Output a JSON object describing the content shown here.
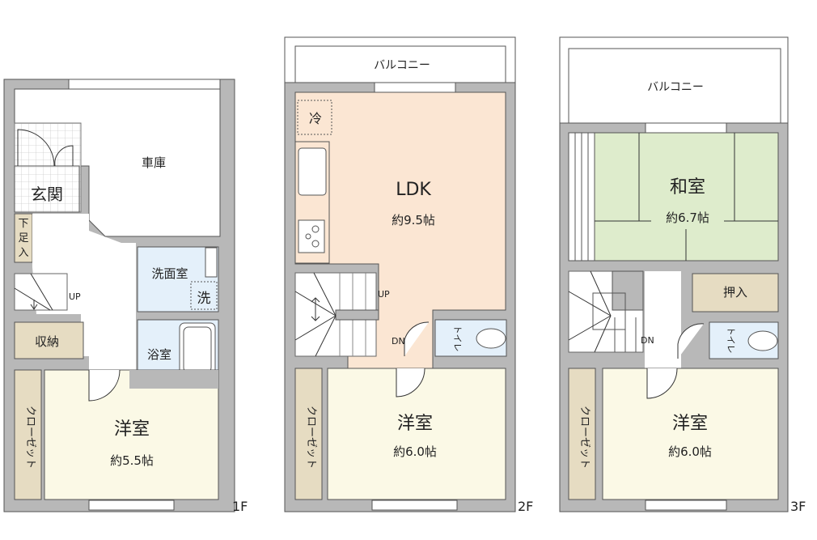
{
  "colors": {
    "wall": "#b8b8b8",
    "wall_stroke": "#555555",
    "ldk": "#fbe6d3",
    "western_room": "#fbf9e6",
    "japanese_room": "#deeccc",
    "storage": "#e6dcc2",
    "wet_area": "#e4f0fa",
    "white": "#ffffff"
  },
  "floors": [
    {
      "id": "1F",
      "label": "1F",
      "rooms": {
        "garage": "車庫",
        "entrance": "玄関",
        "shoe_storage": "下足入",
        "storage": "収納",
        "washroom": "洗面室",
        "laundry": "洗",
        "bathroom": "浴室",
        "closet": "クローゼット",
        "western_room": "洋室",
        "western_room_size": "約5.5帖",
        "stairs": "UP"
      }
    },
    {
      "id": "2F",
      "label": "2F",
      "rooms": {
        "balcony": "バルコニー",
        "fridge": "冷",
        "ldk": "LDK",
        "ldk_size": "約9.5帖",
        "stairs_up": "UP",
        "stairs_down": "DN",
        "toilet": "トイレ",
        "closet": "クローゼット",
        "western_room": "洋室",
        "western_room_size": "約6.0帖"
      }
    },
    {
      "id": "3F",
      "label": "3F",
      "rooms": {
        "balcony": "バルコニー",
        "japanese_room": "和室",
        "japanese_room_size": "約6.7帖",
        "oshiire": "押入",
        "stairs_down": "DN",
        "toilet": "トイレ",
        "closet": "クローゼット",
        "western_room": "洋室",
        "western_room_size": "約6.0帖"
      }
    }
  ]
}
